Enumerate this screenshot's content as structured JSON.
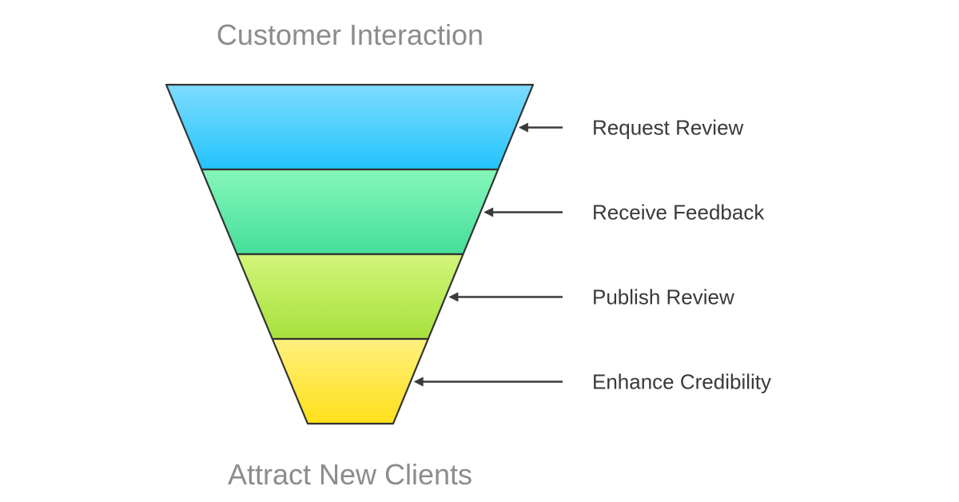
{
  "funnel": {
    "top_label": "Customer Interaction",
    "bottom_label": "Attract New Clients",
    "stages": [
      {
        "label": "Request Review",
        "color_top": "#7edcff",
        "color_bottom": "#22c3fb"
      },
      {
        "label": "Receive Feedback",
        "color_top": "#86f7b9",
        "color_bottom": "#45de9a"
      },
      {
        "label": "Publish Review",
        "color_top": "#d2f57a",
        "color_bottom": "#a7e13c"
      },
      {
        "label": "Enhance Credibility",
        "color_top": "#fff07e",
        "color_bottom": "#ffe01a"
      }
    ]
  }
}
